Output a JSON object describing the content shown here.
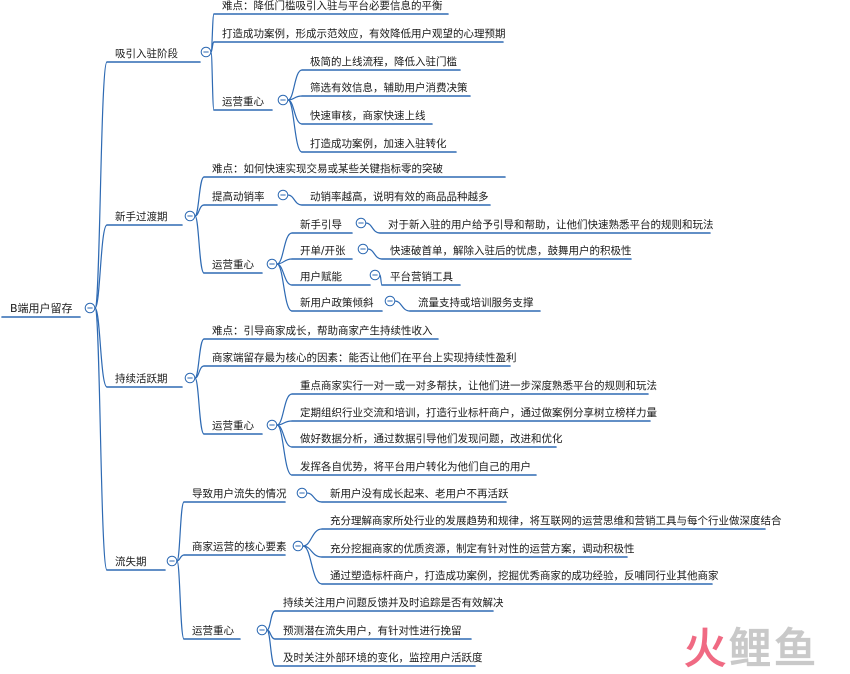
{
  "root": {
    "label": "B端用户留存"
  },
  "stages": [
    {
      "label": "吸引入驻阶段",
      "children": [
        {
          "label": "难点：降低门槛吸引入驻与平台必要信息的平衡"
        },
        {
          "label": "打造成功案例，形成示范效应，有效降低用户观望的心理预期"
        },
        {
          "label": "运营重心",
          "children": [
            {
              "label": "极简的上线流程，降低入驻门槛"
            },
            {
              "label": "筛选有效信息，辅助用户消费决策"
            },
            {
              "label": "快速审核，商家快速上线"
            },
            {
              "label": "打造成功案例，加速入驻转化"
            }
          ]
        }
      ]
    },
    {
      "label": "新手过渡期",
      "children": [
        {
          "label": "难点：如何快速实现交易或某些关键指标零的突破"
        },
        {
          "label": "提高动销率",
          "children": [
            {
              "label": "动销率越高，说明有效的商品品种越多"
            }
          ]
        },
        {
          "label": "运营重心",
          "children": [
            {
              "label": "新手引导",
              "children": [
                {
                  "label": "对于新入驻的用户给予引导和帮助，让他们快速熟悉平台的规则和玩法"
                }
              ]
            },
            {
              "label": "开单/开张",
              "children": [
                {
                  "label": "快速破首单，解除入驻后的忧虑，鼓舞用户的积极性"
                }
              ]
            },
            {
              "label": "用户赋能",
              "children": [
                {
                  "label": "平台营销工具"
                }
              ]
            },
            {
              "label": "新用户政策倾斜",
              "children": [
                {
                  "label": "流量支持或培训服务支撑"
                }
              ]
            }
          ]
        }
      ]
    },
    {
      "label": "持续活跃期",
      "children": [
        {
          "label": "难点：引导商家成长，帮助商家产生持续性收入"
        },
        {
          "label": "商家端留存最为核心的因素：能否让他们在平台上实现持续性盈利"
        },
        {
          "label": "运营重心",
          "children": [
            {
              "label": "重点商家实行一对一或一对多帮扶，让他们进一步深度熟悉平台的规则和玩法"
            },
            {
              "label": "定期组织行业交流和培训，打造行业标杆商户，通过做案例分享树立榜样力量"
            },
            {
              "label": "做好数据分析，通过数据引导他们发现问题，改进和优化"
            },
            {
              "label": "发挥各自优势，将平台用户转化为他们自己的用户"
            }
          ]
        }
      ]
    },
    {
      "label": "流失期",
      "children": [
        {
          "label": "导致用户流失的情况",
          "children": [
            {
              "label": "新用户没有成长起来、老用户不再活跃"
            }
          ]
        },
        {
          "label": "商家运营的核心要素",
          "children": [
            {
              "label": "充分理解商家所处行业的发展趋势和规律，将互联网的运营思维和营销工具与每个行业做深度结合"
            },
            {
              "label": "充分挖掘商家的优质资源，制定有针对性的运营方案，调动积极性"
            },
            {
              "label": "通过塑造标杆商户，打造成功案例，挖掘优秀商家的成功经验，反哺同行业其他商家"
            }
          ]
        },
        {
          "label": "运营重心",
          "children": [
            {
              "label": "持续关注用户问题反馈并及时追踪是否有效解决"
            },
            {
              "label": "预测潜在流失用户，有针对性进行挽留"
            },
            {
              "label": "及时关注外部环境的变化，监控用户活跃度"
            }
          ]
        }
      ]
    }
  ],
  "logo": {
    "part1": "火",
    "part2": "鲤鱼",
    "colors": {
      "pink": "#f06a83",
      "gray": "#c9c9c9"
    }
  },
  "colors": {
    "line": "#2e6ab3",
    "text": "#1a1a1a",
    "background": "#ffffff"
  }
}
